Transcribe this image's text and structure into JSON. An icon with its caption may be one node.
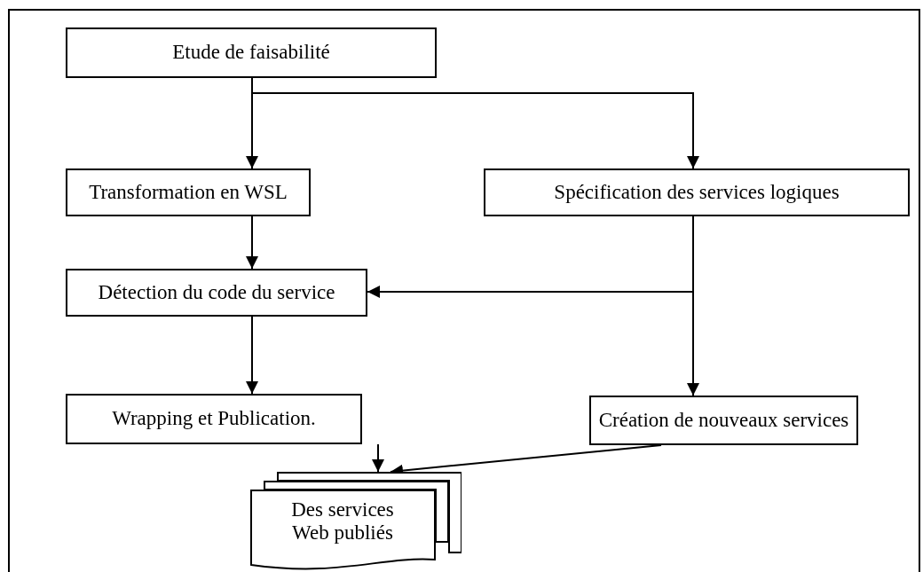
{
  "diagram": {
    "nodes": [
      {
        "text": [
          "Etude de faisabilité"
        ]
      },
      {
        "text": [
          "Transformation en WSL"
        ]
      },
      {
        "text": [
          "Spécification des services logiques"
        ]
      },
      {
        "text": [
          "Détection du code du service"
        ]
      },
      {
        "text": [
          "Wrapping et Publication."
        ]
      },
      {
        "text": [
          "Création de nouveaux services"
        ]
      },
      {
        "text": [
          "Des services Web publiés"
        ]
      }
    ],
    "edges": [
      {
        "from": 0,
        "to": 1,
        "arrow": "to"
      },
      {
        "from": 0,
        "to": 2,
        "arrow": "to"
      },
      {
        "from": 1,
        "to": 3,
        "arrow": "to"
      },
      {
        "from": 2,
        "to": 3,
        "arrow": "to"
      },
      {
        "from": 2,
        "to": 5,
        "arrow": "to"
      },
      {
        "from": 3,
        "to": 4,
        "arrow": "to"
      },
      {
        "from": 4,
        "to": 6,
        "arrow": "to"
      },
      {
        "from": 5,
        "to": 6,
        "arrow": "to"
      }
    ]
  }
}
